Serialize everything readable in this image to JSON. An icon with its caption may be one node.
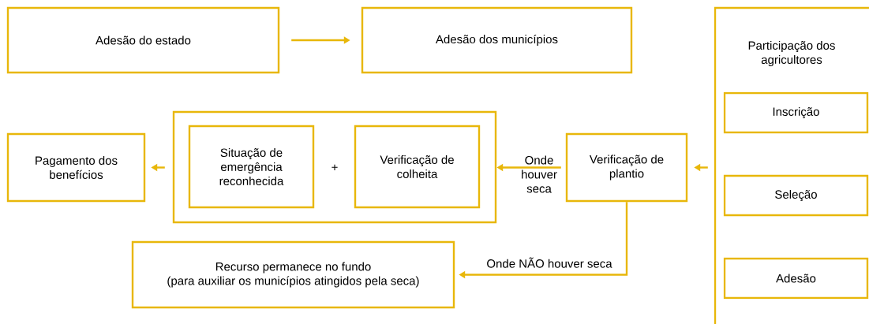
{
  "diagram": {
    "nodes": [
      {
        "text": [
          "Adesão do estado"
        ]
      },
      {
        "text": [
          "Adesão dos municípios"
        ]
      },
      {
        "text": [
          "Participação dos agricultores"
        ]
      },
      {
        "text": [
          "Inscrição"
        ],
        "in": 2
      },
      {
        "text": [
          "Seleção"
        ],
        "in": 2
      },
      {
        "text": [
          "Adesão"
        ],
        "in": 2
      },
      {
        "text": [
          "Pagamento dos benefícios"
        ]
      },
      {
        "text": [],
        "shape": "box"
      },
      {
        "text": [
          "Situação de emergência reconhecida"
        ],
        "in": 7
      },
      {
        "text": [
          "Verificação de colheita"
        ],
        "in": 7
      },
      {
        "text": [
          "Verificação de plantio"
        ]
      },
      {
        "text": [
          "Recurso permanece no fundo",
          "(para auxiliar os municípios atingidos pela seca)"
        ]
      }
    ],
    "edges": [
      {
        "from": 0,
        "to": 1,
        "arrow": "to"
      },
      {
        "from": 2,
        "to": 10,
        "arrow": "to"
      },
      {
        "from": 10,
        "to": 7,
        "arrow": "to",
        "label": "Onde houver seca"
      },
      {
        "from": 7,
        "to": 6,
        "arrow": "to"
      },
      {
        "from": 10,
        "to": 11,
        "arrow": "to",
        "label": "Onde NÃO houver seca"
      }
    ],
    "labels": [
      "+"
    ]
  }
}
